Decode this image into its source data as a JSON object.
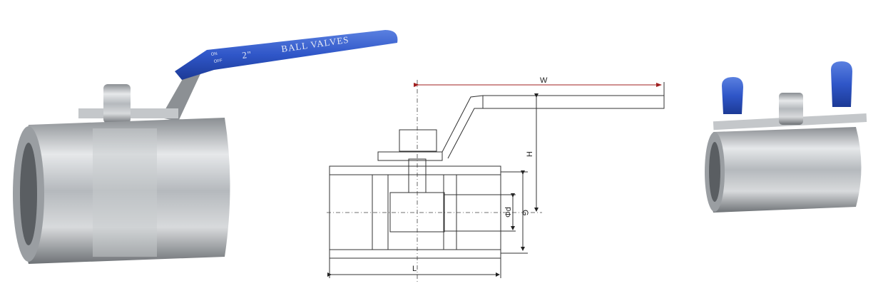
{
  "left_valve": {
    "handle_text": {
      "on": "ON",
      "off": "OFF",
      "size": "2\"",
      "label": "BALL VALVES"
    },
    "handle_color": "#2f56c8",
    "body_color": "#b8bcc0"
  },
  "diagram": {
    "dimension_labels": {
      "width": "W",
      "height": "H",
      "bore": "Φd",
      "thread": "G",
      "length": "L"
    },
    "arrow_color": "#a02020"
  },
  "right_valve": {
    "cap_color": "#2a5bd0",
    "body_color": "#b8bcc0"
  }
}
